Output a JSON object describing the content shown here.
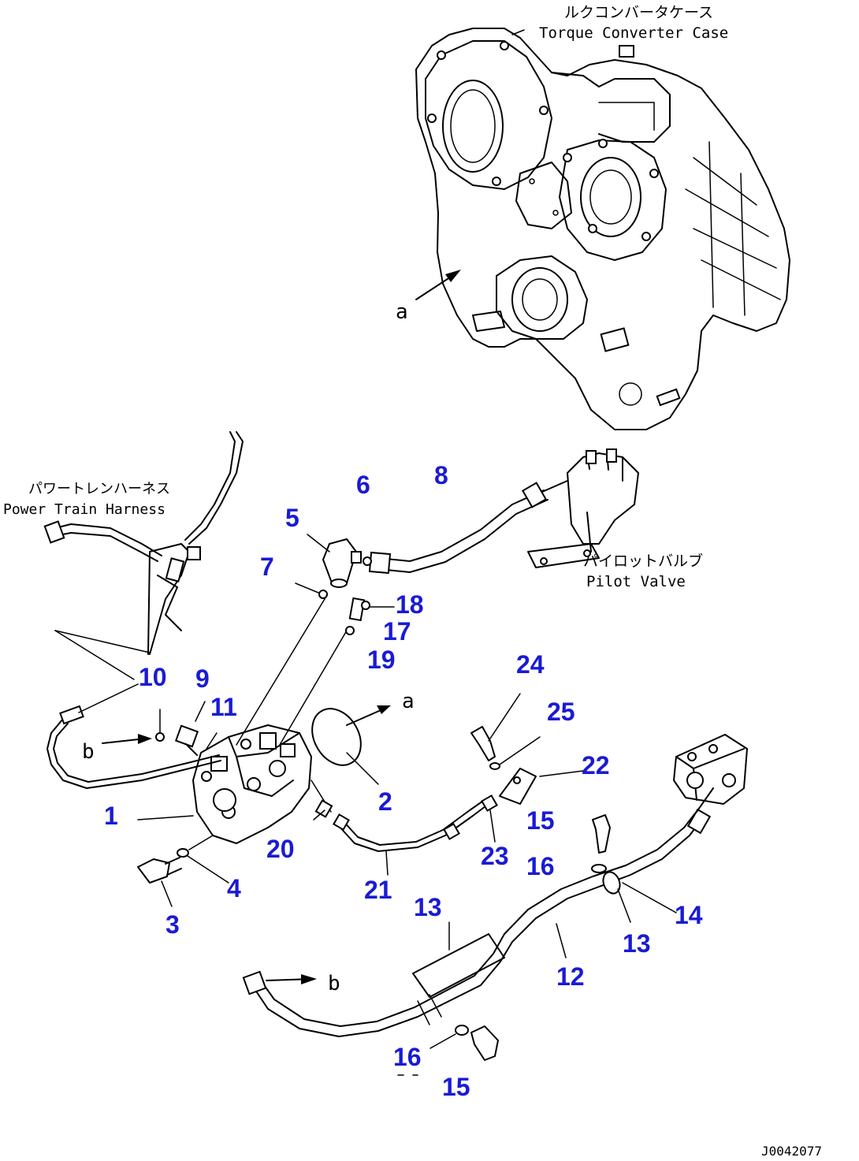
{
  "labels": {
    "torque_converter_case_jp": "ルクコンバータケース",
    "torque_converter_case_en": "Torque Converter Case",
    "power_train_harness_jp": "パワートレンハーネス",
    "power_train_harness_en": "Power Train Harness",
    "pilot_valve_jp": "パイロットバルブ",
    "pilot_valve_en": "Pilot Valve",
    "ref_a_1": "a",
    "ref_a_2": "a",
    "ref_b_1": "b",
    "ref_b_2": "b",
    "drawing_number": "J0042077"
  },
  "callouts": [
    "1",
    "2",
    "3",
    "4",
    "5",
    "6",
    "7",
    "8",
    "9",
    "10",
    "11",
    "12",
    "13",
    "13",
    "14",
    "15",
    "15",
    "16",
    "16",
    "17",
    "18",
    "19",
    "20",
    "21",
    "22",
    "23",
    "24",
    "25"
  ],
  "colors": {
    "callout": "#1a1ad6",
    "line": "#000000",
    "background": "#ffffff"
  }
}
